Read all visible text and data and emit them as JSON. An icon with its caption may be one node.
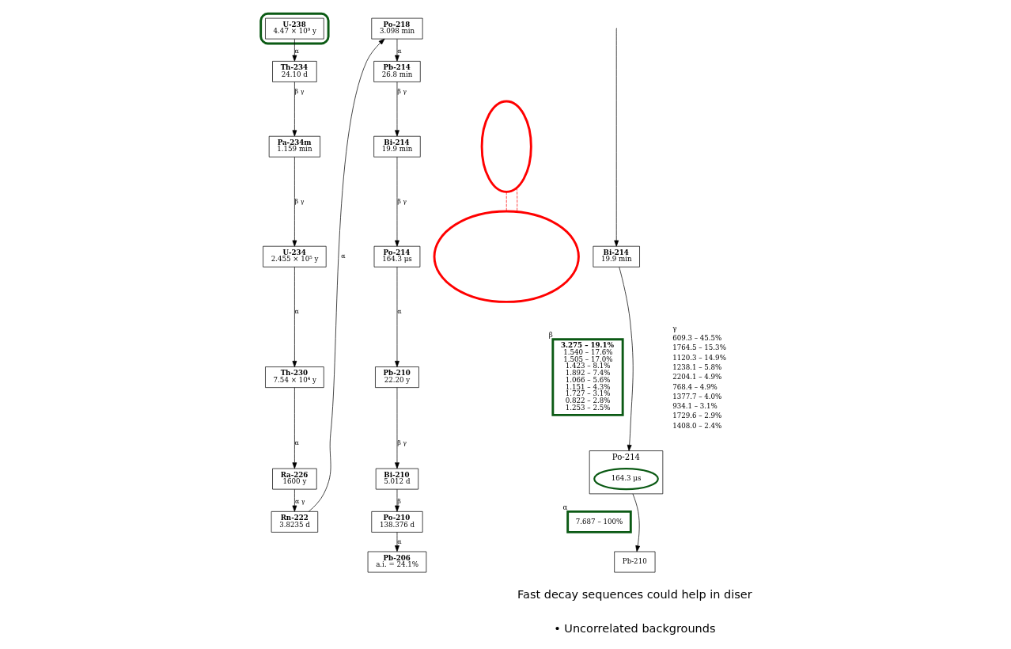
{
  "diagram": {
    "nodes": [
      {
        "text": [],
        "shape": "box"
      },
      {
        "text": [
          "U-238",
          "4.47 × 10⁹ y"
        ],
        "in": 0
      },
      {
        "text": [
          "Th-234",
          "24.10 d"
        ]
      },
      {
        "text": [
          "Pa-234m",
          "1.159 min"
        ]
      },
      {
        "text": [
          "U-234",
          "2.455 × 10⁵ y"
        ]
      },
      {
        "text": [
          "Th-230",
          "7.54 × 10⁴ y"
        ]
      },
      {
        "text": [
          "Ra-226",
          "1600 y"
        ]
      },
      {
        "text": [
          "Rn-222",
          "3.8235 d"
        ]
      },
      {
        "text": [
          "Po-218",
          "3.098 min"
        ]
      },
      {
        "text": [
          "Pb-214",
          "26.8 min"
        ]
      },
      {
        "text": [
          "Bi-214",
          "19.9 min"
        ]
      },
      {
        "text": [
          "Po-214",
          "164.3 μs"
        ]
      },
      {
        "text": [
          "Pb-210",
          "22.20 y"
        ]
      },
      {
        "text": [
          "Bi-210",
          "5.012 d"
        ]
      },
      {
        "text": [
          "Po-210",
          "138.376 d"
        ]
      },
      {
        "text": [
          "Pb-206",
          "a.i. = 24.1%"
        ]
      },
      {
        "text": [],
        "shape": "ellipse"
      },
      {
        "text": [],
        "shape": "ellipse"
      },
      {
        "text": [
          "Bi-214",
          "19.9 min"
        ]
      },
      {
        "text": [
          "3.275 – 19.1%",
          "1.540 – 17.6%",
          "1.505 – 17.0%",
          "1.423 – 8.1%",
          "1.892 – 7.4%",
          "1.066 – 5.6%",
          "1.151 – 4.3%",
          "1.727 – 3.1%",
          "0.822 – 2.8%",
          "1.253 – 2.5%"
        ],
        "beside": [
          "β"
        ]
      },
      {
        "text": [
          "Po-214"
        ]
      },
      {
        "text": [
          "164.3 μs"
        ],
        "in": 20
      },
      {
        "text": [
          "7.687 – 100%"
        ],
        "beside": [
          "α"
        ]
      },
      {
        "text": [
          "Pb-210"
        ]
      }
    ],
    "edges": [
      {
        "from": 1,
        "to": 2,
        "arrow": "to",
        "label": "α"
      },
      {
        "from": 2,
        "to": 3,
        "arrow": "to",
        "label": "β γ"
      },
      {
        "from": 3,
        "to": 4,
        "arrow": "to",
        "label": "β γ"
      },
      {
        "from": 4,
        "to": 5,
        "arrow": "to",
        "label": "α"
      },
      {
        "from": 5,
        "to": 6,
        "arrow": "to",
        "label": "α"
      },
      {
        "from": 6,
        "to": 7,
        "arrow": "to",
        "label": "α γ"
      },
      {
        "from": 7,
        "to": 8,
        "arrow": "to",
        "label": "α"
      },
      {
        "from": 8,
        "to": 9,
        "arrow": "to",
        "label": "α"
      },
      {
        "from": 9,
        "to": 10,
        "arrow": "to",
        "label": "β γ"
      },
      {
        "from": 10,
        "to": 11,
        "arrow": "to",
        "label": "β γ"
      },
      {
        "from": 11,
        "to": 12,
        "arrow": "to",
        "label": "α"
      },
      {
        "from": 12,
        "to": 13,
        "arrow": "to",
        "label": "β γ"
      },
      {
        "from": 13,
        "to": 14,
        "arrow": "to",
        "label": "β"
      },
      {
        "from": 14,
        "to": 15,
        "arrow": "to",
        "label": "α"
      },
      {
        "from": 16,
        "to": 17,
        "arrow": "none",
        "style": "dashed",
        "color": "#ff0000"
      },
      {
        "from": 16,
        "to": 17,
        "arrow": "none",
        "style": "dashed",
        "color": "#ff0000"
      },
      {
        "from": null,
        "to": 18,
        "arrow": "to"
      },
      {
        "from": 18,
        "to": 20,
        "arrow": "to"
      },
      {
        "from": 20,
        "to": 23,
        "arrow": "to"
      }
    ],
    "labels": [
      "γ",
      "609.3 – 45.5%",
      "1764.5 – 15.3%",
      "1120.3 – 14.9%",
      "1238.1 – 5.8%",
      "2204.1 – 4.9%",
      "768.4 – 4.9%",
      "1377.7 – 4.0%",
      "934.1 – 3.1%",
      "1729.6 – 2.9%",
      "1408.0 – 2.4%",
      "Fast decay sequences could help in diser",
      "• Uncorrelated backgrounds"
    ]
  }
}
